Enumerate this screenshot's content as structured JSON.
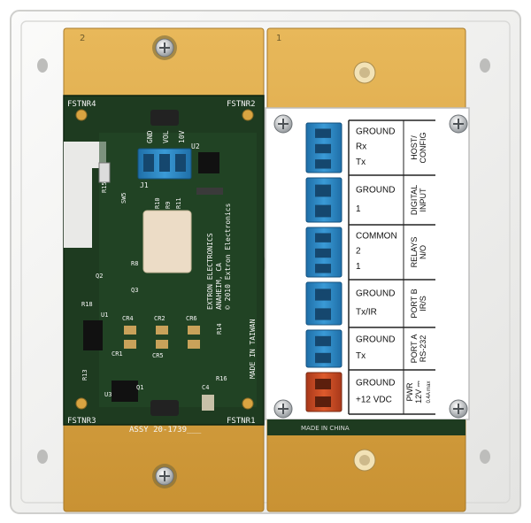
{
  "plate": {
    "slot_left": "2",
    "slot_right": "1"
  },
  "left_pcb": {
    "fastener_labels": [
      "FSTNR4",
      "FSTNR2",
      "FSTNR3",
      "FSTNR1"
    ],
    "connector_pins": [
      "GND",
      "VOL",
      "10V"
    ],
    "silkscreen": {
      "u2": "U2",
      "j1": "J1",
      "r15": "R15",
      "sw5": "SW5",
      "r10": "R10",
      "r9": "R9",
      "r11": "R11",
      "r8": "R8",
      "q2": "Q2",
      "q3": "Q3",
      "r18": "R18",
      "u1": "U1",
      "cr4": "CR4",
      "cr2": "CR2",
      "cr6": "CR6",
      "cr1": "CR1",
      "cr5": "CR5",
      "r13": "R13",
      "u3": "U3",
      "q1": "Q1",
      "c4": "C4",
      "r16": "R16",
      "r14": "R14",
      "assy": "ASSY 20-1739___",
      "brand_lines": [
        "EXTRON ELECTRONICS",
        "ANAHEIM, CA",
        "© 2010 Extron Electronics"
      ],
      "made_in": "MADE IN TAIWAN"
    }
  },
  "right_panel": {
    "rows": [
      {
        "lines": [
          "GROUND",
          "Rx",
          "Tx"
        ],
        "side": [
          "HOST/",
          "CONFIG"
        ],
        "pins": 3,
        "color": "#2e86c1"
      },
      {
        "lines": [
          "GROUND",
          "1"
        ],
        "side": [
          "DIGITAL",
          "INPUT"
        ],
        "pins": 2,
        "color": "#2e86c1"
      },
      {
        "lines": [
          "COMMON",
          "2",
          "1"
        ],
        "side": [
          "RELAYS",
          "N/O"
        ],
        "pins": 3,
        "color": "#2e86c1"
      },
      {
        "lines": [
          "GROUND",
          "Tx/IR"
        ],
        "side": [
          "PORT B",
          "IR/S"
        ],
        "pins": 2,
        "color": "#2e86c1"
      },
      {
        "lines": [
          "GROUND",
          "Tx"
        ],
        "side": [
          "PORT A",
          "RS-232"
        ],
        "pins": 2,
        "color": "#2e86c1"
      },
      {
        "lines": [
          "GROUND",
          "+12 VDC"
        ],
        "side": [
          "PWR",
          "12V ⎓",
          "0.4A max"
        ],
        "pins": 2,
        "color": "#c8461f"
      }
    ],
    "made_in": "MADE IN CHINA"
  },
  "colors": {
    "plate": "#f1f1f0",
    "pcb_green": "#1f3d22",
    "gold": "#d9a441",
    "connector_blue": "#2e86c1",
    "connector_orange": "#c8461f"
  }
}
